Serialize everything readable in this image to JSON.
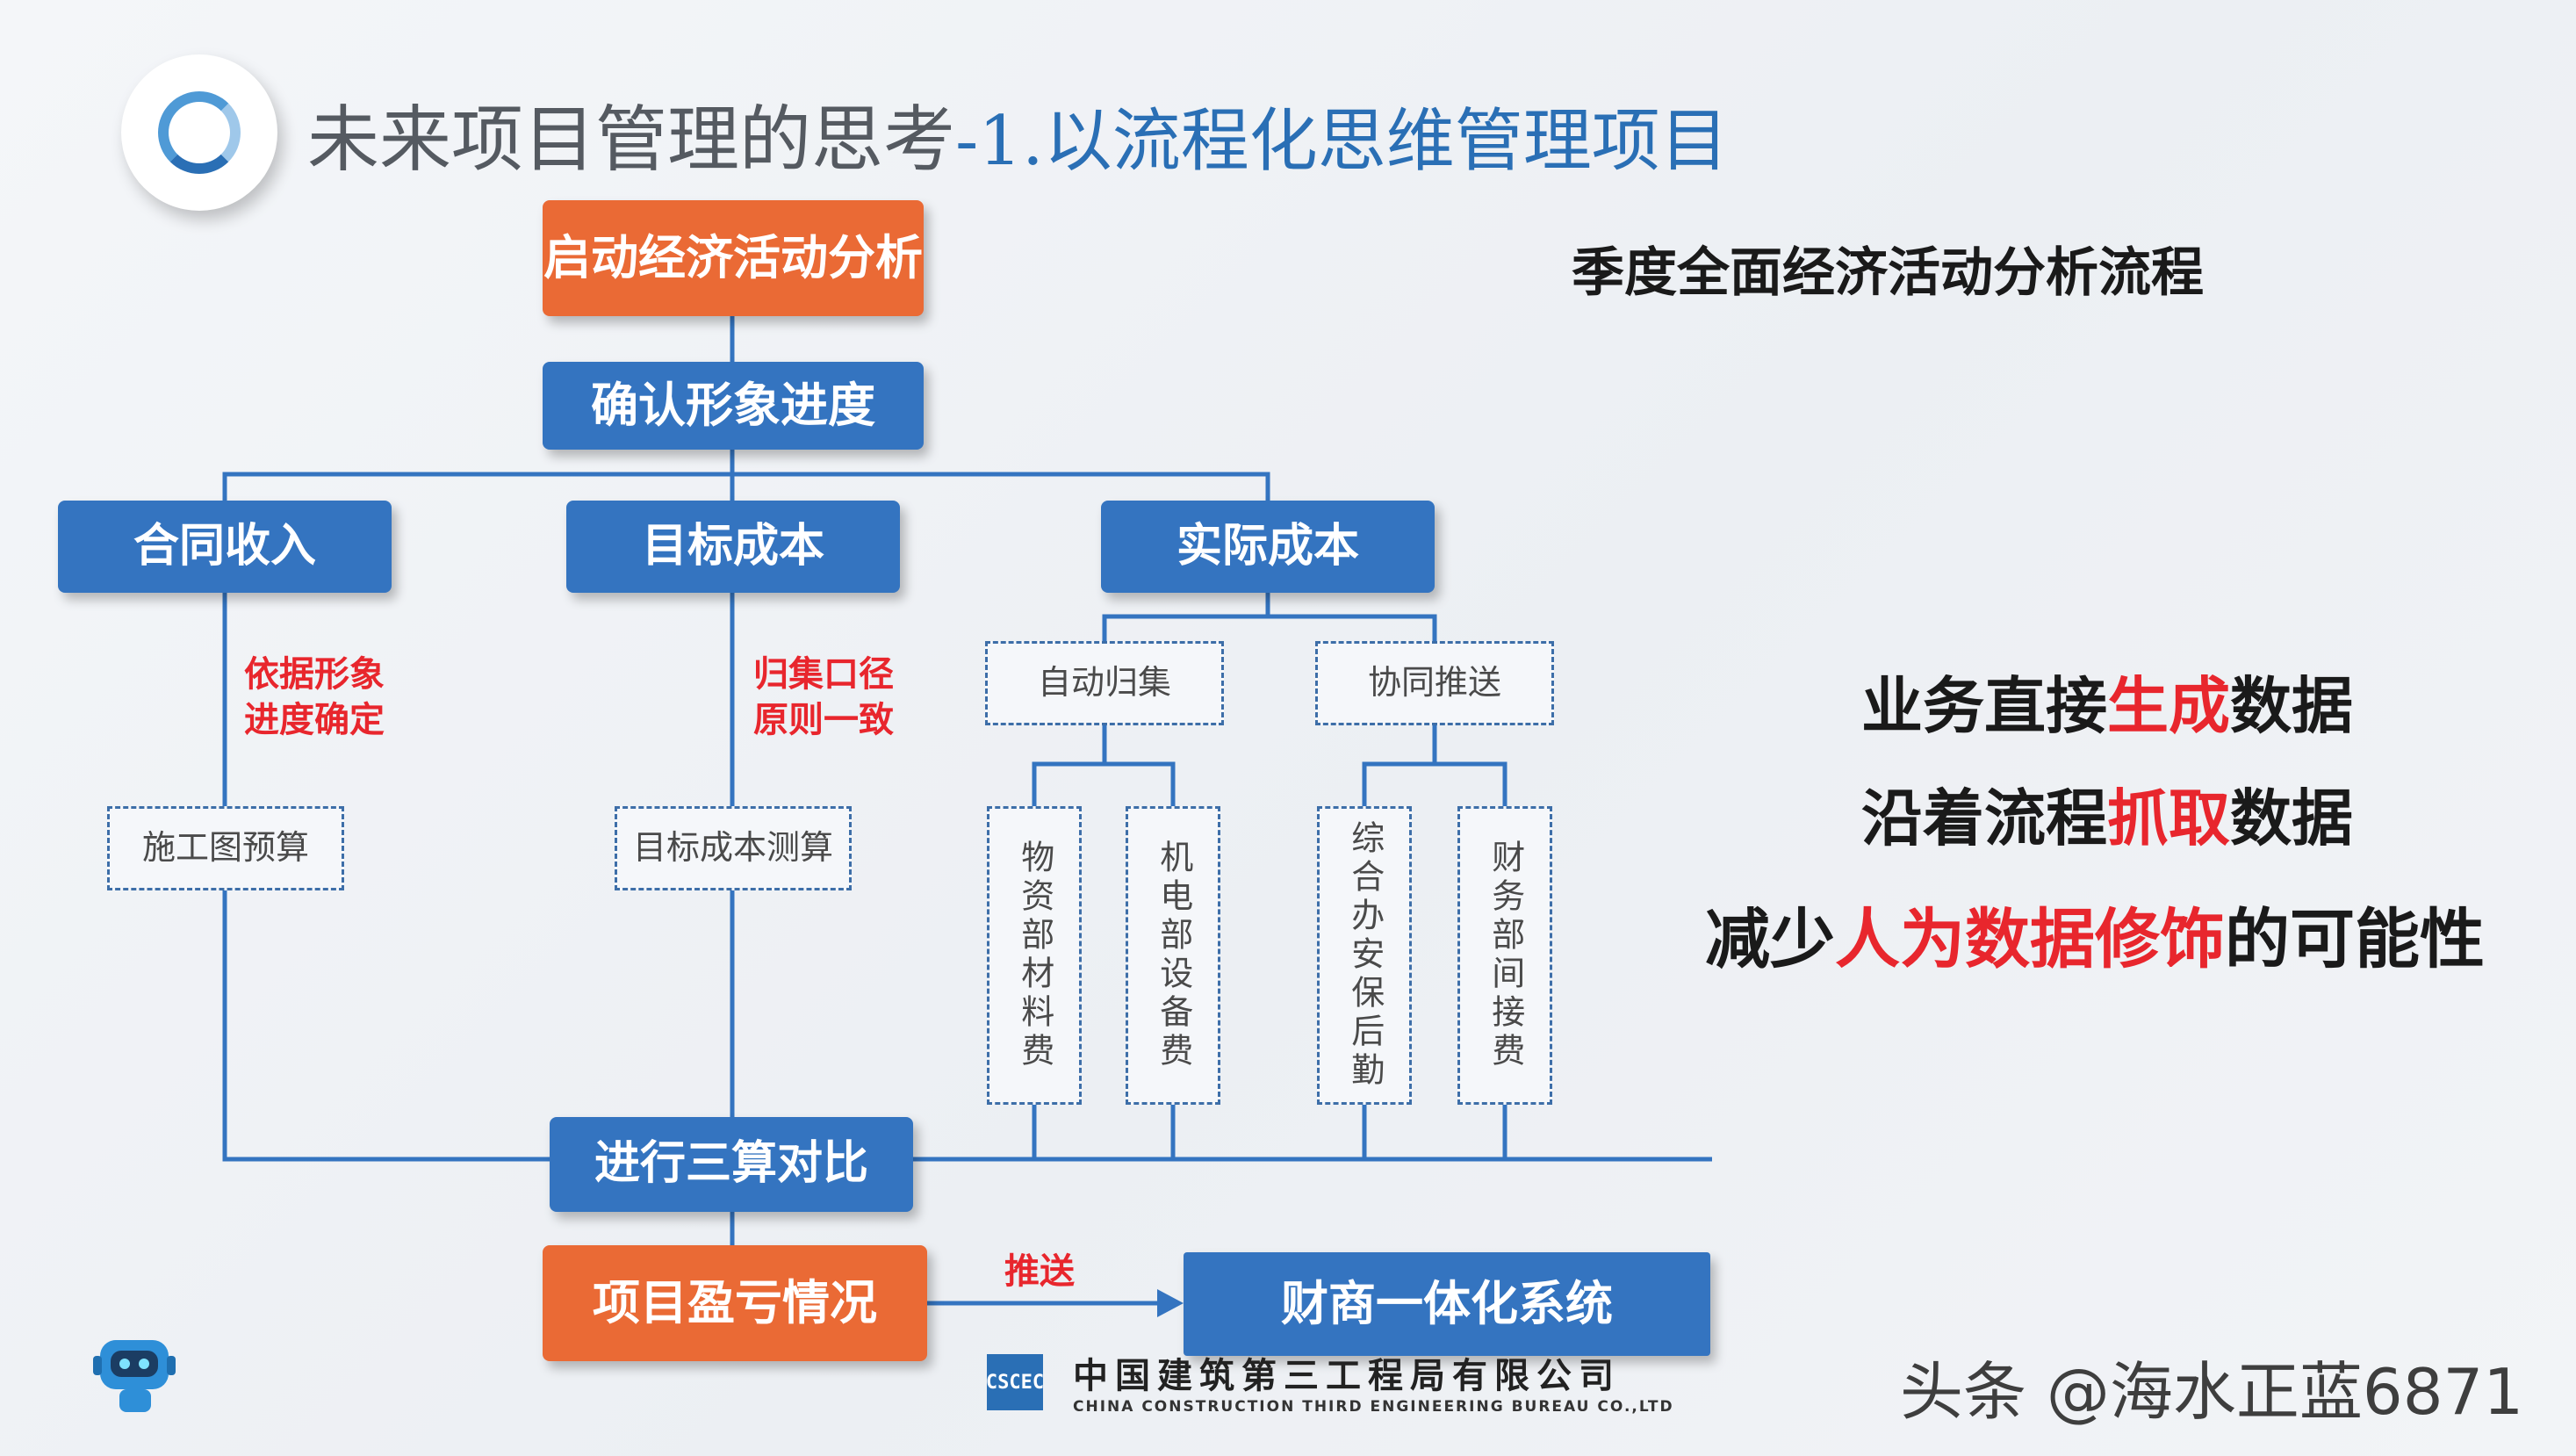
{
  "header": {
    "title_main": "未来项目管理的思考",
    "title_accent": "-1.以流程化思维管理项目",
    "subtitle": "季度全面经济活动分析流程"
  },
  "flow": {
    "start": "启动经济活动分析",
    "confirm": "确认形象进度",
    "contract_income": "合同收入",
    "target_cost": "目标成本",
    "actual_cost": "实际成本",
    "label_basis": [
      "依据形象",
      "进度确定"
    ],
    "label_caliber": [
      "归集口径",
      "原则一致"
    ],
    "drawing_budget": "施工图预算",
    "target_cost_calc": "目标成本测算",
    "auto_collect": "自动归集",
    "collab_push": "协同推送",
    "material_fee": "物资部材料费",
    "equipment_fee": "机电部设备费",
    "admin_fee": "综合办安保后勤",
    "finance_fee": "财务部间接费",
    "compare": "进行三算对比",
    "profit_loss": "项目盈亏情况",
    "push_label": "推送",
    "erp_system": "财商一体化系统"
  },
  "points": [
    {
      "before": "业务直接",
      "highlight": "生成",
      "after": "数据"
    },
    {
      "before": "沿着流程",
      "highlight": "抓取",
      "after": "数据"
    },
    {
      "before": "减少",
      "highlight": "人为数据修饰",
      "after": "的可能性"
    }
  ],
  "footer": {
    "company_cn": "中国建筑第三工程局有限公司",
    "company_en": "CHINA CONSTRUCTION THIRD ENGINEERING BUREAU CO.,LTD",
    "logo_text": "CSCEC",
    "watermark": "头条 @海水正蓝6871"
  },
  "colors": {
    "orange": "#ea6a35",
    "blue": "#3474c0",
    "line": "#3474c0",
    "red": "#e8262d"
  }
}
